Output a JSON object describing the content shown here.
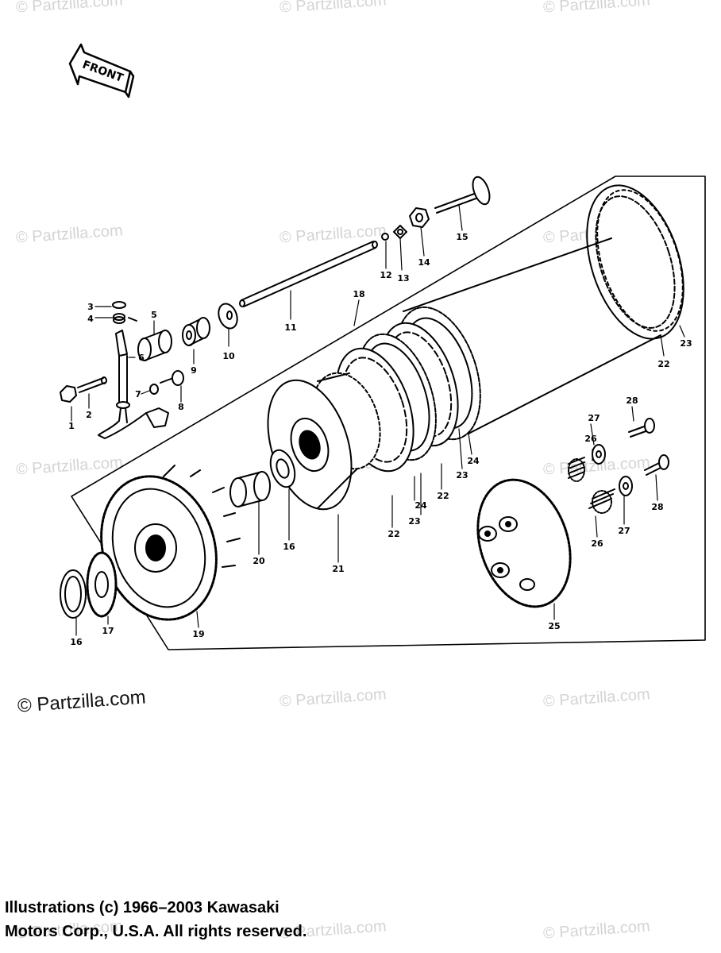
{
  "front_label": "FRONT",
  "watermarks": {
    "main": "© Partzilla.com",
    "faint": "© Partzilla.com"
  },
  "copyright": {
    "line1": "Illustrations (c) 1966–2003 Kawasaki",
    "line2": "Motors Corp., U.S.A.  All rights reserved."
  },
  "callouts": [
    "1",
    "2",
    "3",
    "4",
    "5",
    "6",
    "7",
    "8",
    "9",
    "10",
    "11",
    "12",
    "13",
    "14",
    "15",
    "16",
    "16",
    "17",
    "18",
    "19",
    "20",
    "21",
    "22",
    "22",
    "22",
    "23",
    "23",
    "23",
    "24",
    "24",
    "25",
    "26",
    "26",
    "27",
    "27",
    "28",
    "28"
  ],
  "colors": {
    "ink": "#000000",
    "watermark": "#d4d4d4",
    "background": "#ffffff"
  }
}
